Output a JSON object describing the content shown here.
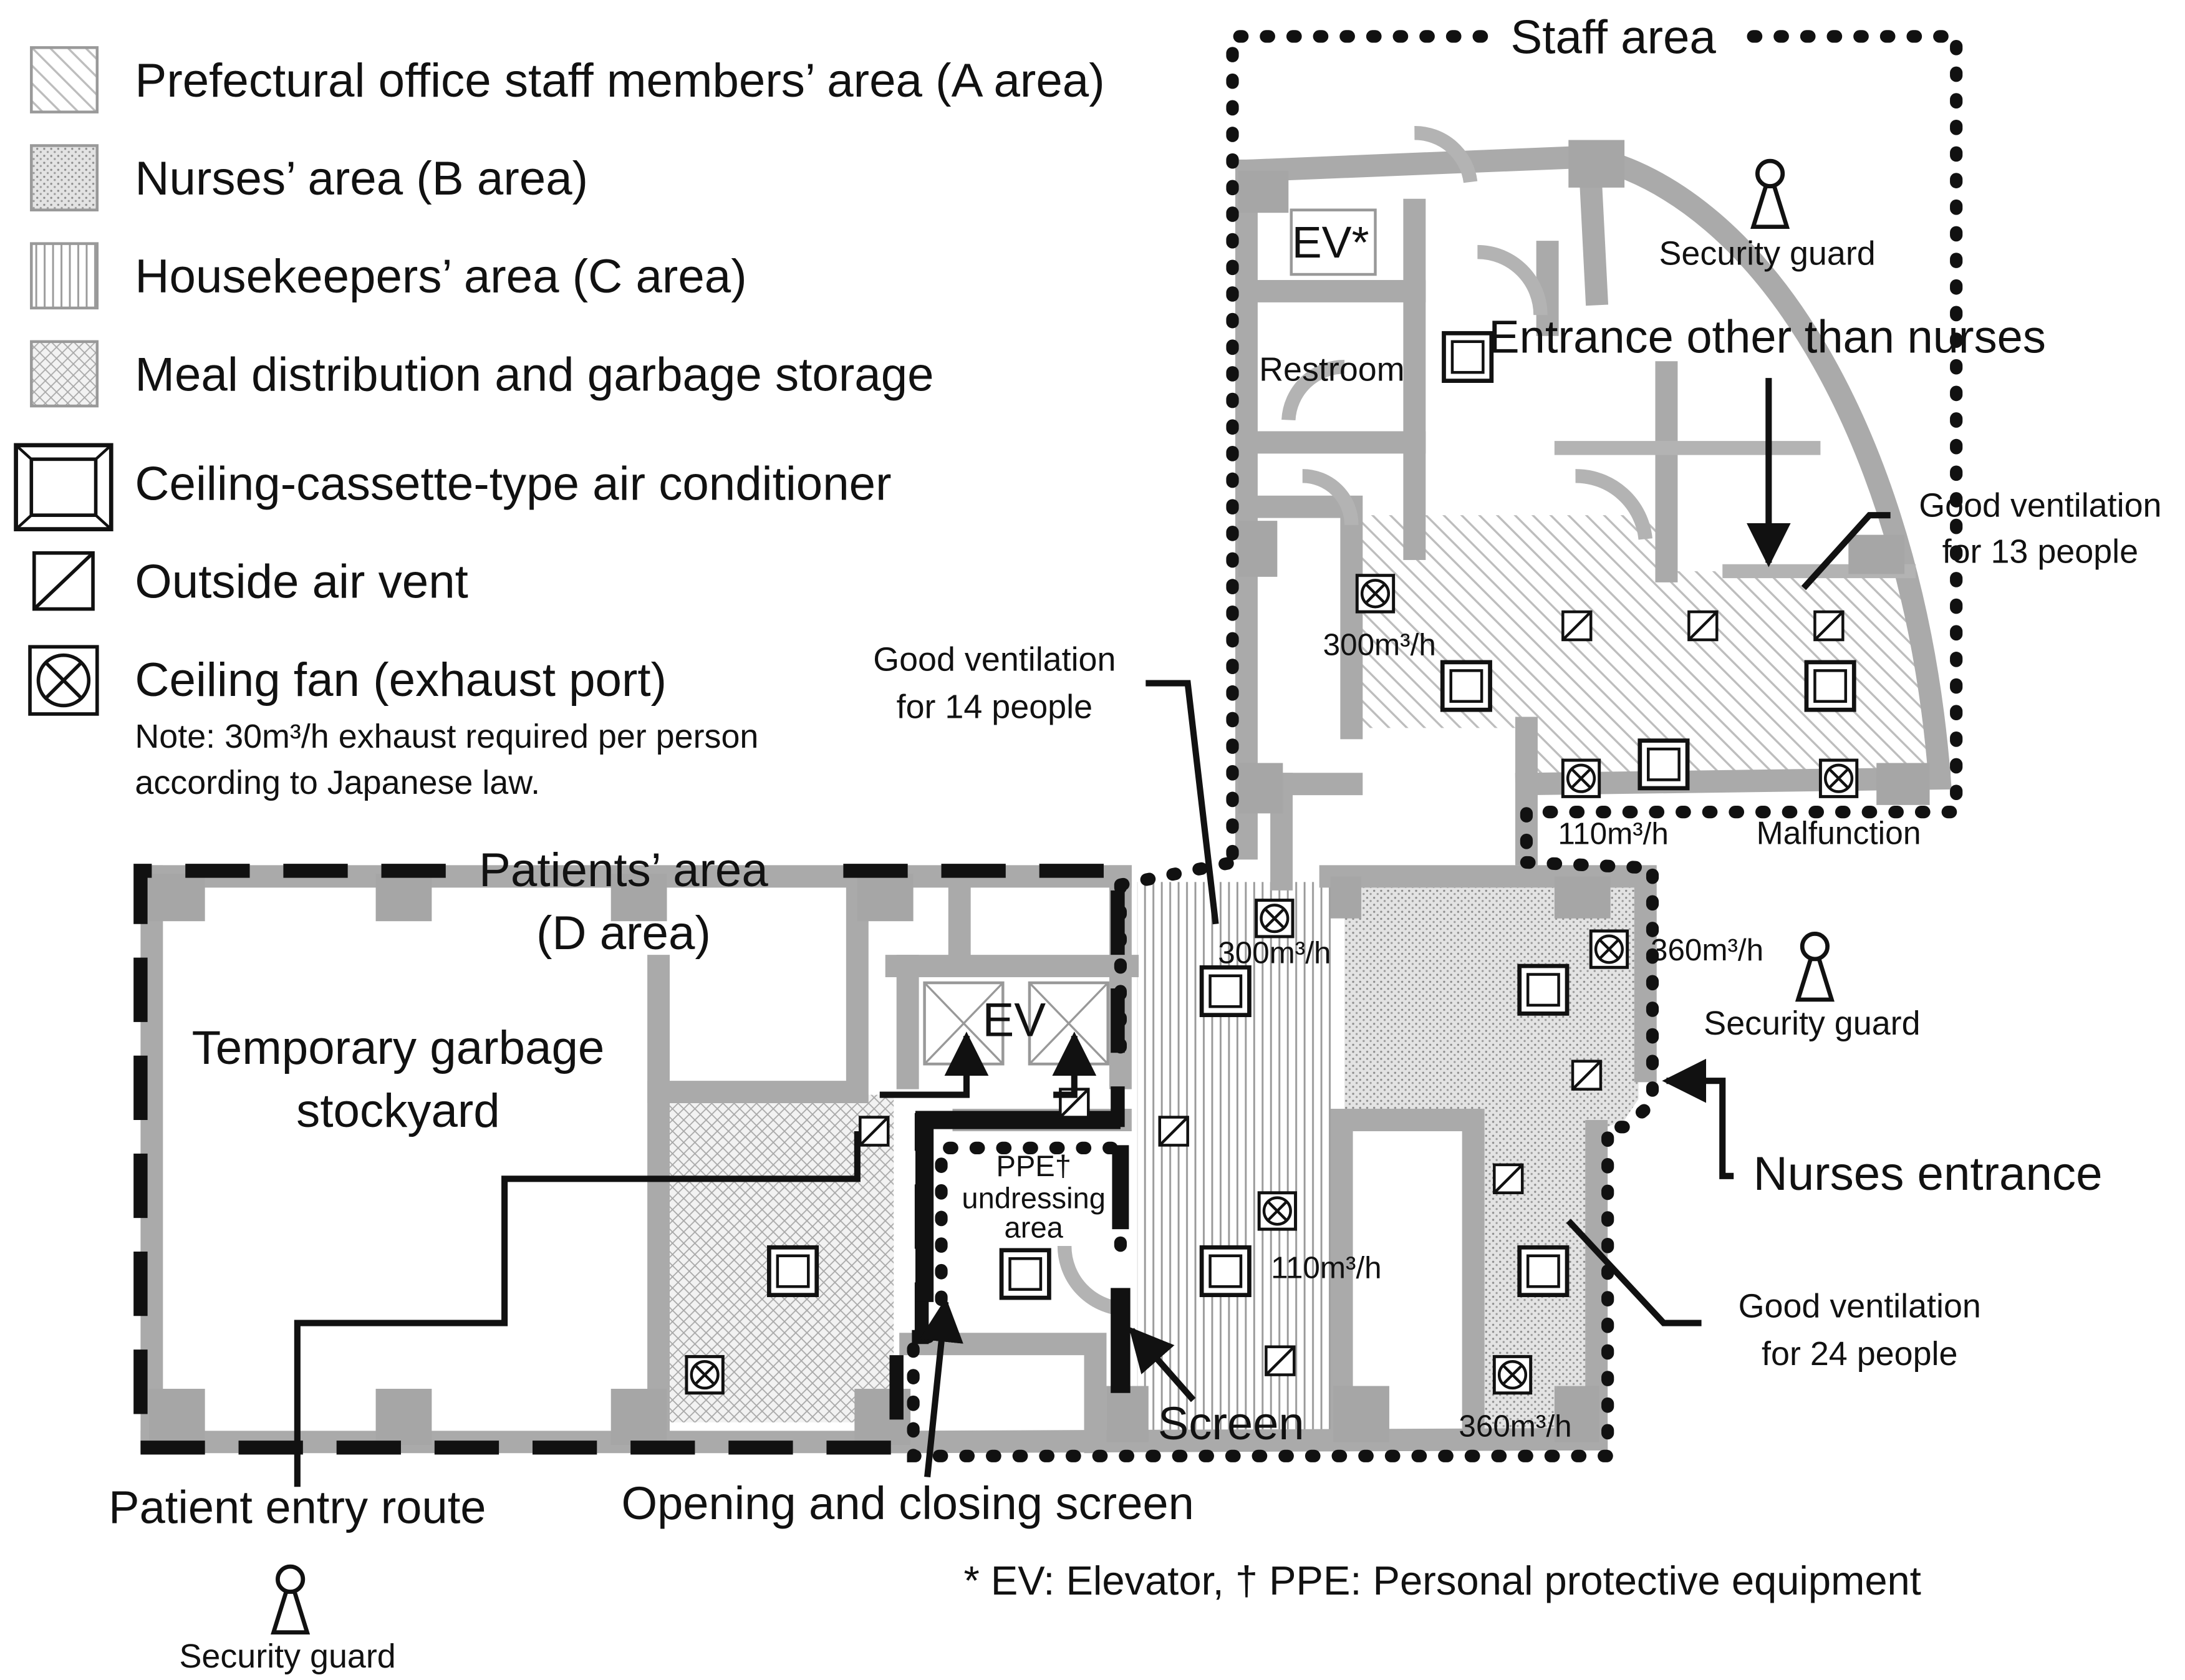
{
  "legend": [
    {
      "key": "a_area",
      "label": "Prefectural office staff members’ area (A area)"
    },
    {
      "key": "b_area",
      "label": "Nurses’ area (B area)"
    },
    {
      "key": "c_area",
      "label": "Housekeepers’ area (C area)"
    },
    {
      "key": "meal",
      "label": "Meal distribution and garbage storage"
    },
    {
      "key": "ac",
      "label": "Ceiling-cassette-type air conditioner"
    },
    {
      "key": "vent",
      "label": "Outside air vent"
    },
    {
      "key": "fan",
      "label": "Ceiling fan (exhaust port)"
    }
  ],
  "note_lines": [
    "Note: 30m³/h exhaust required per person",
    "according to Japanese law."
  ],
  "areas": {
    "staff": "Staff area",
    "patients_line1": "Patients’ area",
    "patients_line2": "(D area)"
  },
  "rooms": {
    "ev_star": "EV*",
    "restroom": "Restroom",
    "ev": "EV",
    "garbage_line1": "Temporary garbage",
    "garbage_line2": "stockyard",
    "ppe_line1": "PPE†",
    "ppe_line2": "undressing",
    "ppe_line3": "area"
  },
  "labels": {
    "entrance_other": "Entrance other than nurses",
    "nurses_entrance": "Nurses entrance",
    "patient_route": "Patient entry route",
    "opening_screen": "Opening and closing screen",
    "screen": "Screen",
    "malfunction": "Malfunction",
    "security_guard": "Security guard"
  },
  "ventilation": {
    "staff_line1": "Good ventilation",
    "staff_line2": "for 13 people",
    "house_line1": "Good ventilation",
    "house_line2": "for 14 people",
    "nurse_line1": "Good ventilation",
    "nurse_line2": "for 24 people"
  },
  "flows": {
    "staff_fan_left": "300m³/h",
    "staff_fan_bottom": "110m³/h",
    "house_fan_top": "300m³/h",
    "house_fan_mid": "110m³/h",
    "nurse_fan_top": "360m³/h",
    "nurse_fan_bottom": "360m³/h"
  },
  "footnote": "* EV: Elevator, † PPE: Personal protective equipment"
}
